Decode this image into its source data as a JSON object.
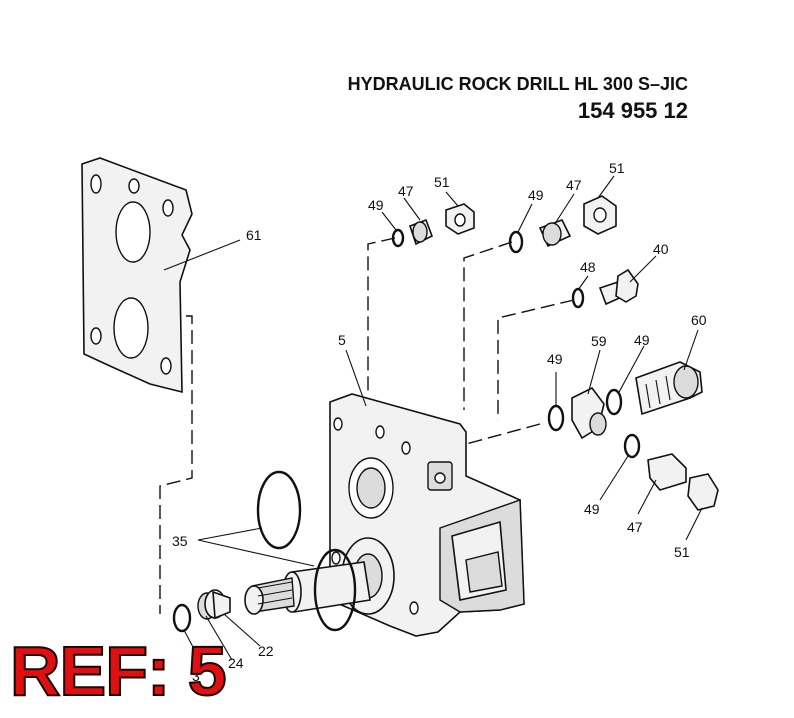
{
  "header": {
    "title": "HYDRAULIC ROCK DRILL HL 300 S–JIC",
    "part_number": "154 955 12"
  },
  "ref_label": "REF: 5",
  "callouts": {
    "c61": "61",
    "c5": "5",
    "c49a": "49",
    "c47a": "47",
    "c51a": "51",
    "c49b": "49",
    "c47b": "47",
    "c51b": "51",
    "c48": "48",
    "c40": "40",
    "c60": "60",
    "c49c": "49",
    "c59": "59",
    "c49d": "49",
    "c49e": "49",
    "c47c": "47",
    "c51c": "51",
    "c35": "35",
    "c22": "22",
    "c24": "24",
    "c3x": "3"
  },
  "colors": {
    "ref_label": "#e01010",
    "line": "#111111"
  }
}
